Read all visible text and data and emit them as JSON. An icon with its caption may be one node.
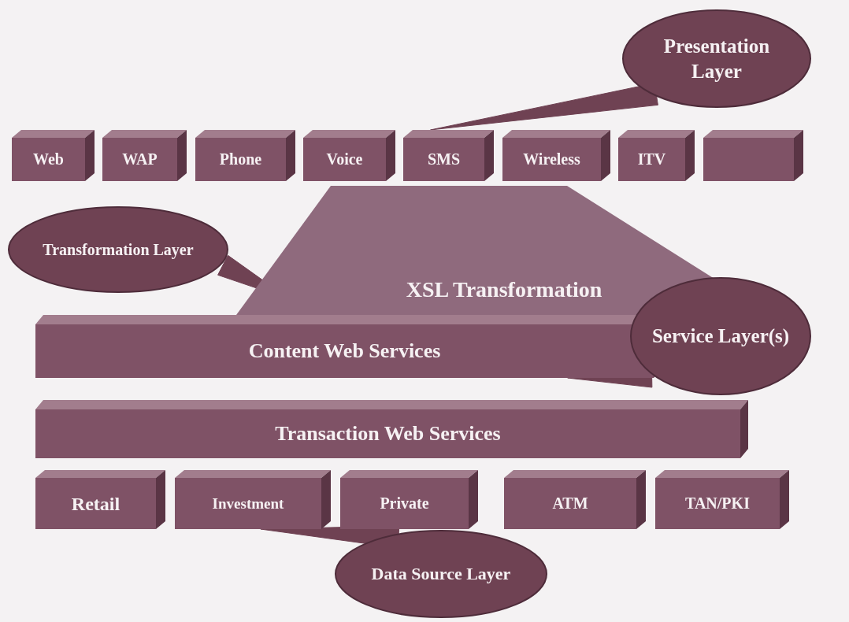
{
  "diagram": {
    "nodes": [
      {
        "text": [
          "Presentation Layer"
        ]
      },
      {
        "text": [
          "Web"
        ]
      },
      {
        "text": [
          "WAP"
        ]
      },
      {
        "text": [
          "Phone"
        ]
      },
      {
        "text": [
          "Voice"
        ]
      },
      {
        "text": [
          "SMS"
        ]
      },
      {
        "text": [
          "Wireless"
        ]
      },
      {
        "text": [
          "ITV"
        ]
      },
      {
        "text": [],
        "shape": "box"
      },
      {
        "text": [
          "Transformation Layer"
        ]
      },
      {
        "text": [
          "XSL Transformation"
        ]
      },
      {
        "text": [
          "Service Layer(s)"
        ]
      },
      {
        "text": [
          "Content Web Services"
        ]
      },
      {
        "text": [
          "Transaction Web Services"
        ]
      },
      {
        "text": [
          "Retail"
        ]
      },
      {
        "text": [
          "Investment"
        ]
      },
      {
        "text": [
          "Private"
        ]
      },
      {
        "text": [
          "ATM"
        ]
      },
      {
        "text": [
          "TAN/PKI"
        ]
      },
      {
        "text": [
          "Data Source Layer"
        ]
      }
    ],
    "edges": [
      {
        "from": 0,
        "to": 5,
        "arrow": "none"
      },
      {
        "from": 9,
        "to": 10,
        "arrow": "none"
      },
      {
        "from": 11,
        "to": 12,
        "arrow": "none"
      },
      {
        "from": 19,
        "to": 15,
        "arrow": "none"
      }
    ]
  }
}
